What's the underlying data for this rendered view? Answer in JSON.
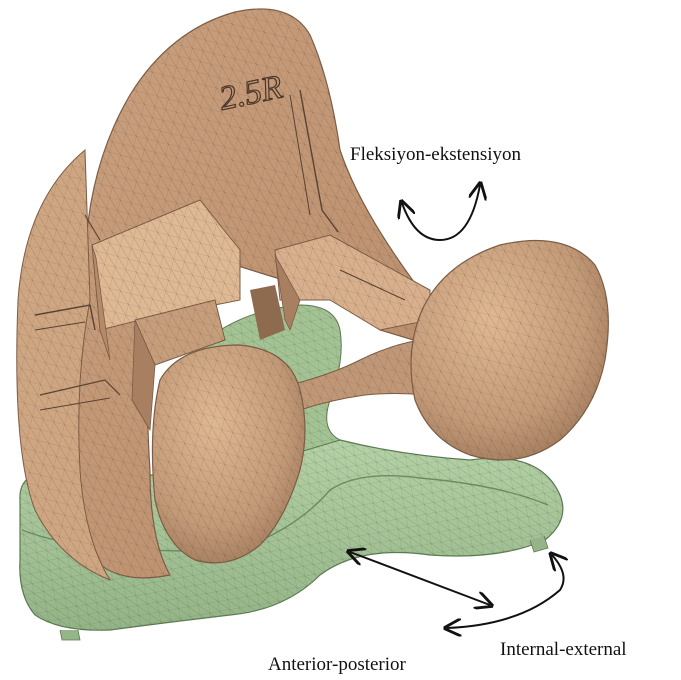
{
  "figure": {
    "engraving": "2.5R",
    "labels": {
      "flexion_extension": "Fleksiyon-ekstensiyon",
      "internal_external": "Internal-external",
      "anterior_posterior": "Anterior-posterior"
    }
  },
  "colors": {
    "background": "#ffffff",
    "femoral_component": "#c9a07e",
    "femoral_light": "#deb994",
    "femoral_dark": "#9c7658",
    "tibial_insert": "#a9c79a",
    "tibial_dark": "#7f9f72",
    "mesh_line": "#3a2e27",
    "arrow": "#111111"
  }
}
